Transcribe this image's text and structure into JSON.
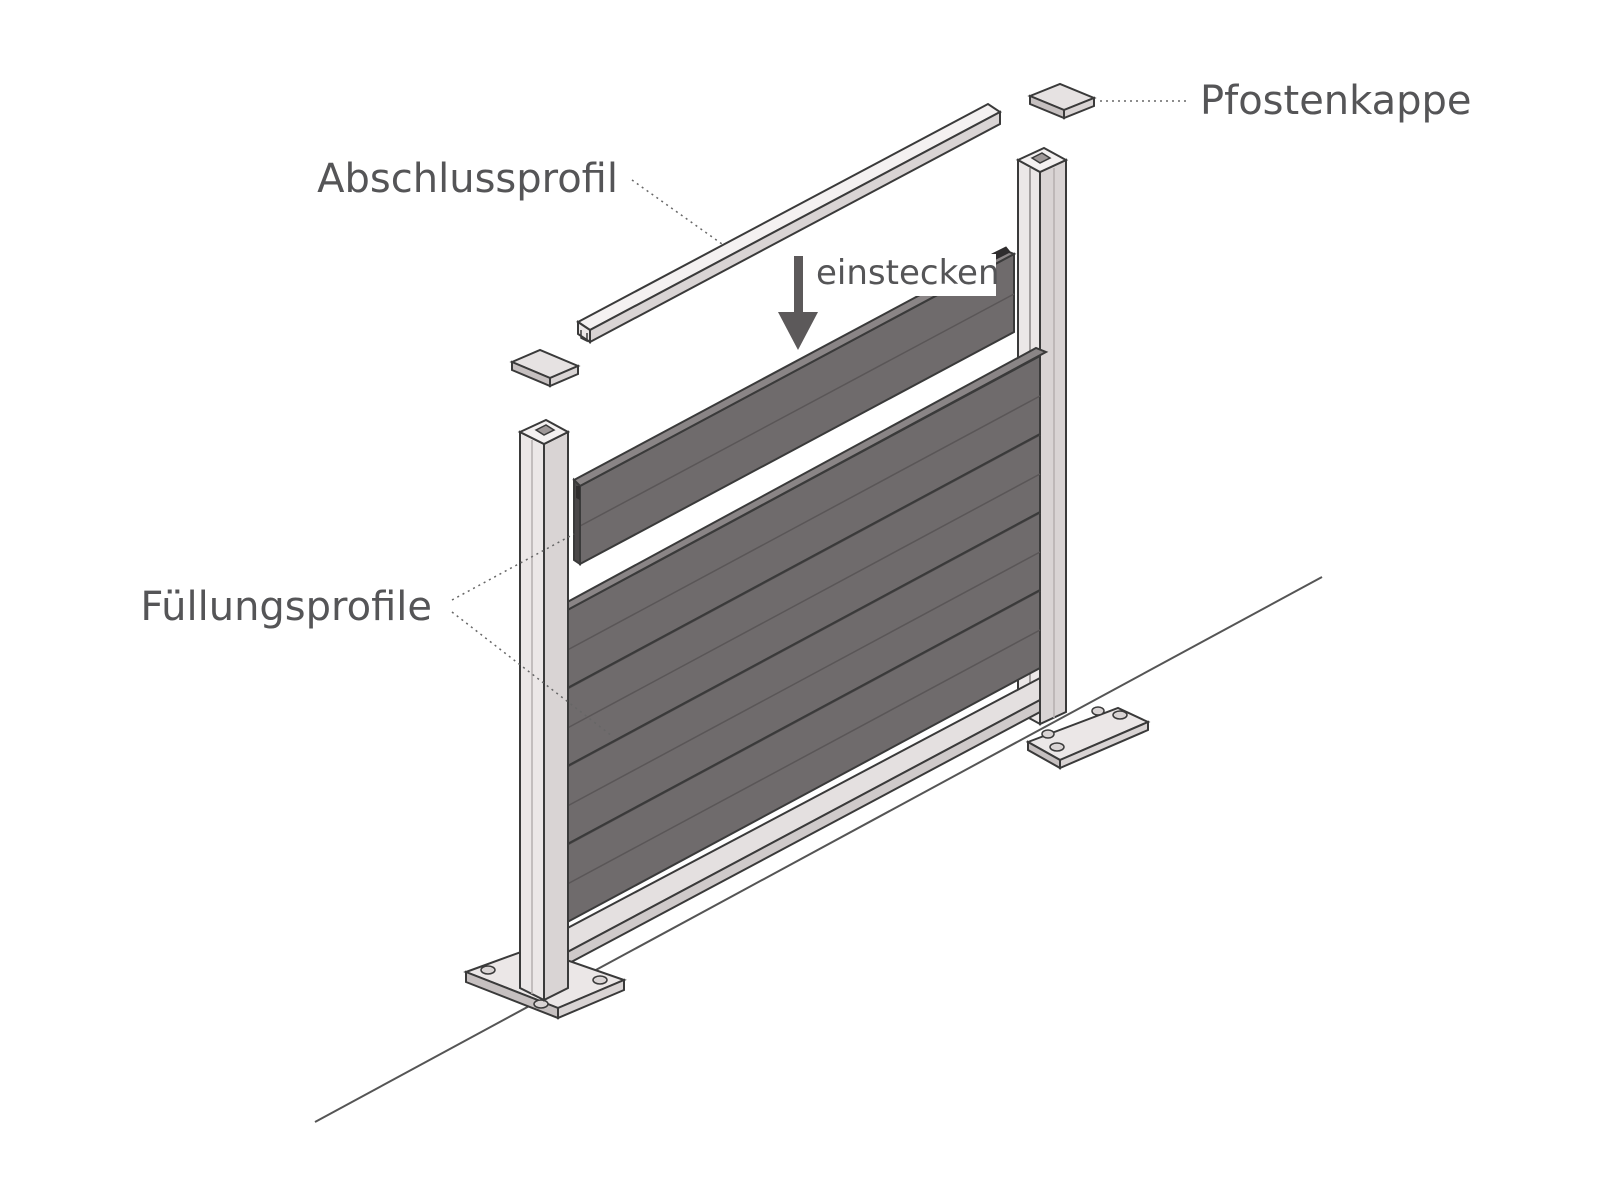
{
  "labels": {
    "post_cap": "Pfostenkappe",
    "top_profile": "Abschlussprofil",
    "insert": "einstecken",
    "infill_profiles": "Füllungsprofile"
  },
  "colors": {
    "background": "#ffffff",
    "metal_light": "#ebe7e7",
    "metal_mid": "#d9d4d4",
    "metal_dark": "#c6c0c0",
    "outline": "#3a3a3a",
    "panel_front": "#6f6b6c",
    "panel_top": "#8a8586",
    "panel_dark": "#4a4748",
    "label_text": "#555557",
    "arrow": "#5c595a"
  },
  "icons": {
    "insert_direction": "arrow-down-icon",
    "bolt": "bolt-icon"
  }
}
